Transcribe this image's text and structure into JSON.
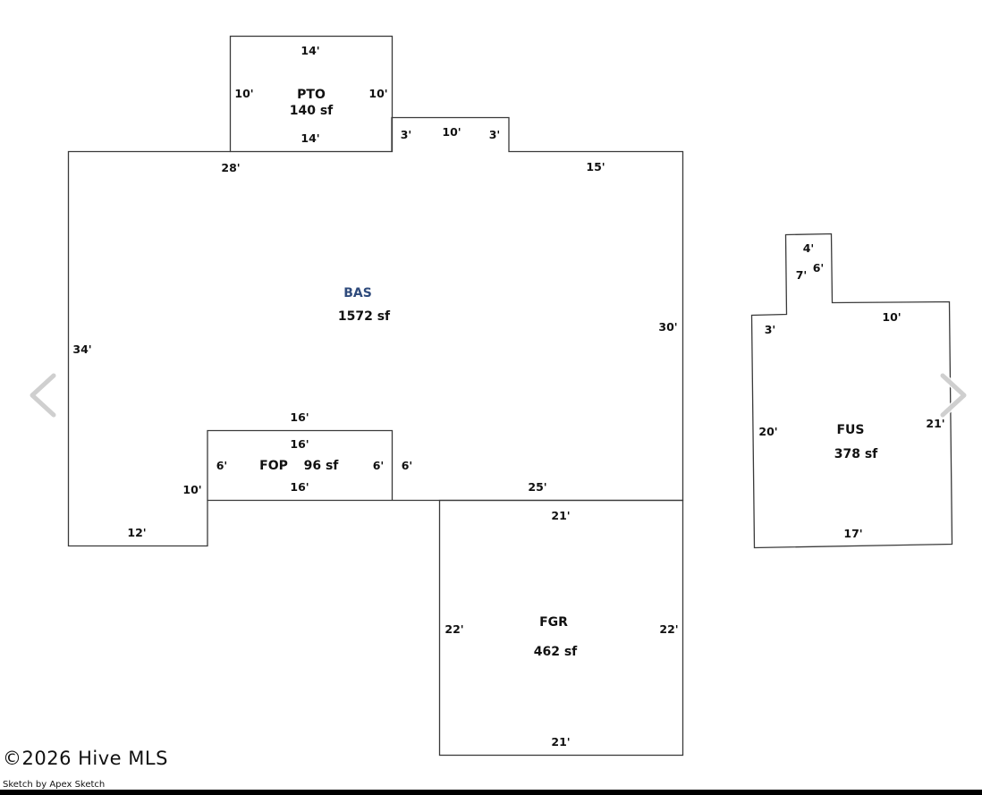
{
  "rooms": {
    "pto": {
      "code": "PTO",
      "area": "140 sf",
      "top": "14'",
      "bottom": "14'",
      "left": "10'",
      "right": "10'"
    },
    "bas": {
      "code": "BAS",
      "area": "1572 sf",
      "top_left": "28'",
      "top_right": "15'",
      "right": "30'",
      "left": "34'",
      "bottom_right": "25'",
      "bottom_left": "12'",
      "notch": "10'",
      "bump_left": "3'",
      "bump_top": "10'",
      "bump_right": "3'"
    },
    "fop": {
      "code": "FOP",
      "area": "96 sf",
      "top_outer": "16'",
      "top_inner": "16'",
      "bottom": "16'",
      "left": "6'",
      "right_inner": "6'",
      "right_outer": "6'"
    },
    "fgr": {
      "code": "FGR",
      "area": "462 sf",
      "top": "21'",
      "bottom": "21'",
      "left": "22'",
      "right": "22'"
    },
    "fus": {
      "code": "FUS",
      "area": "378 sf",
      "bump_top": "4'",
      "bump_left": "7'",
      "bump_right": "6'",
      "top_left": "3'",
      "top_right": "10'",
      "left": "20'",
      "right": "21'",
      "bottom": "17'"
    }
  },
  "watermark": "©2026 Hive MLS",
  "credit": "Sketch by Apex Sketch",
  "nav": {
    "prev_icon": "chevron-left-icon",
    "next_icon": "chevron-right-icon"
  }
}
